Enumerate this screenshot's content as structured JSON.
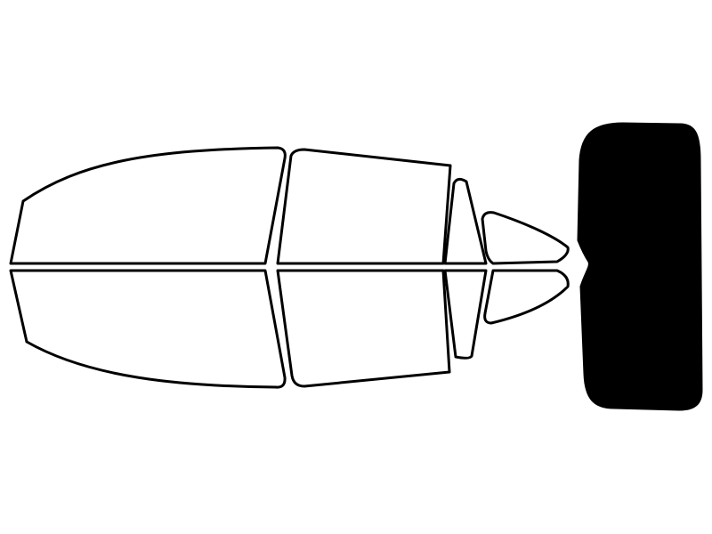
{
  "diagram": {
    "colors": {
      "background": "#ffffff",
      "outline": "#000000",
      "untinted": "#ffffff",
      "tinted": "#000000"
    },
    "windows": [
      {
        "name": "left-front-door-window",
        "tinted": false
      },
      {
        "name": "right-front-door-window",
        "tinted": false
      },
      {
        "name": "left-rear-door-window",
        "tinted": false
      },
      {
        "name": "right-rear-door-window",
        "tinted": false
      },
      {
        "name": "left-rear-vent-window",
        "tinted": false
      },
      {
        "name": "right-rear-vent-window",
        "tinted": false
      },
      {
        "name": "left-quarter-window",
        "tinted": false
      },
      {
        "name": "right-quarter-window",
        "tinted": false
      },
      {
        "name": "rear-windshield",
        "tinted": true
      }
    ]
  }
}
